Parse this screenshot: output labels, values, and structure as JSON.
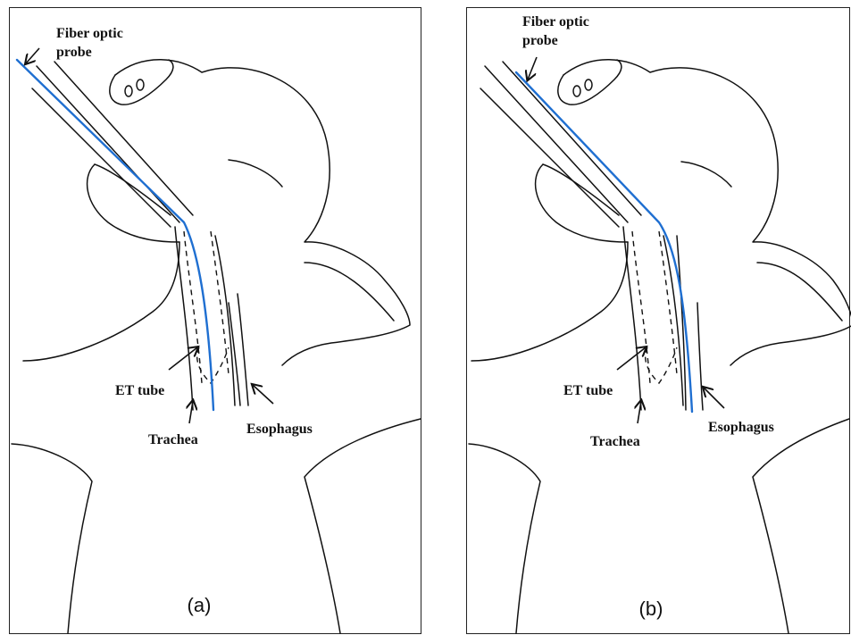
{
  "colors": {
    "probe": "#1f6fd1",
    "ink": "#111111"
  },
  "panels": [
    {
      "id": "a",
      "caption": "(a)",
      "labels": {
        "probe_line1": "Fiber optic",
        "probe_line2": "probe",
        "et_tube": "ET tube",
        "trachea": "Trachea",
        "esophagus": "Esophagus"
      },
      "probe_path": "trachea"
    },
    {
      "id": "b",
      "caption": "(b)",
      "labels": {
        "probe_line1": "Fiber optic",
        "probe_line2": "probe",
        "et_tube": "ET tube",
        "trachea": "Trachea",
        "esophagus": "Esophagus"
      },
      "probe_path": "esophagus"
    }
  ]
}
